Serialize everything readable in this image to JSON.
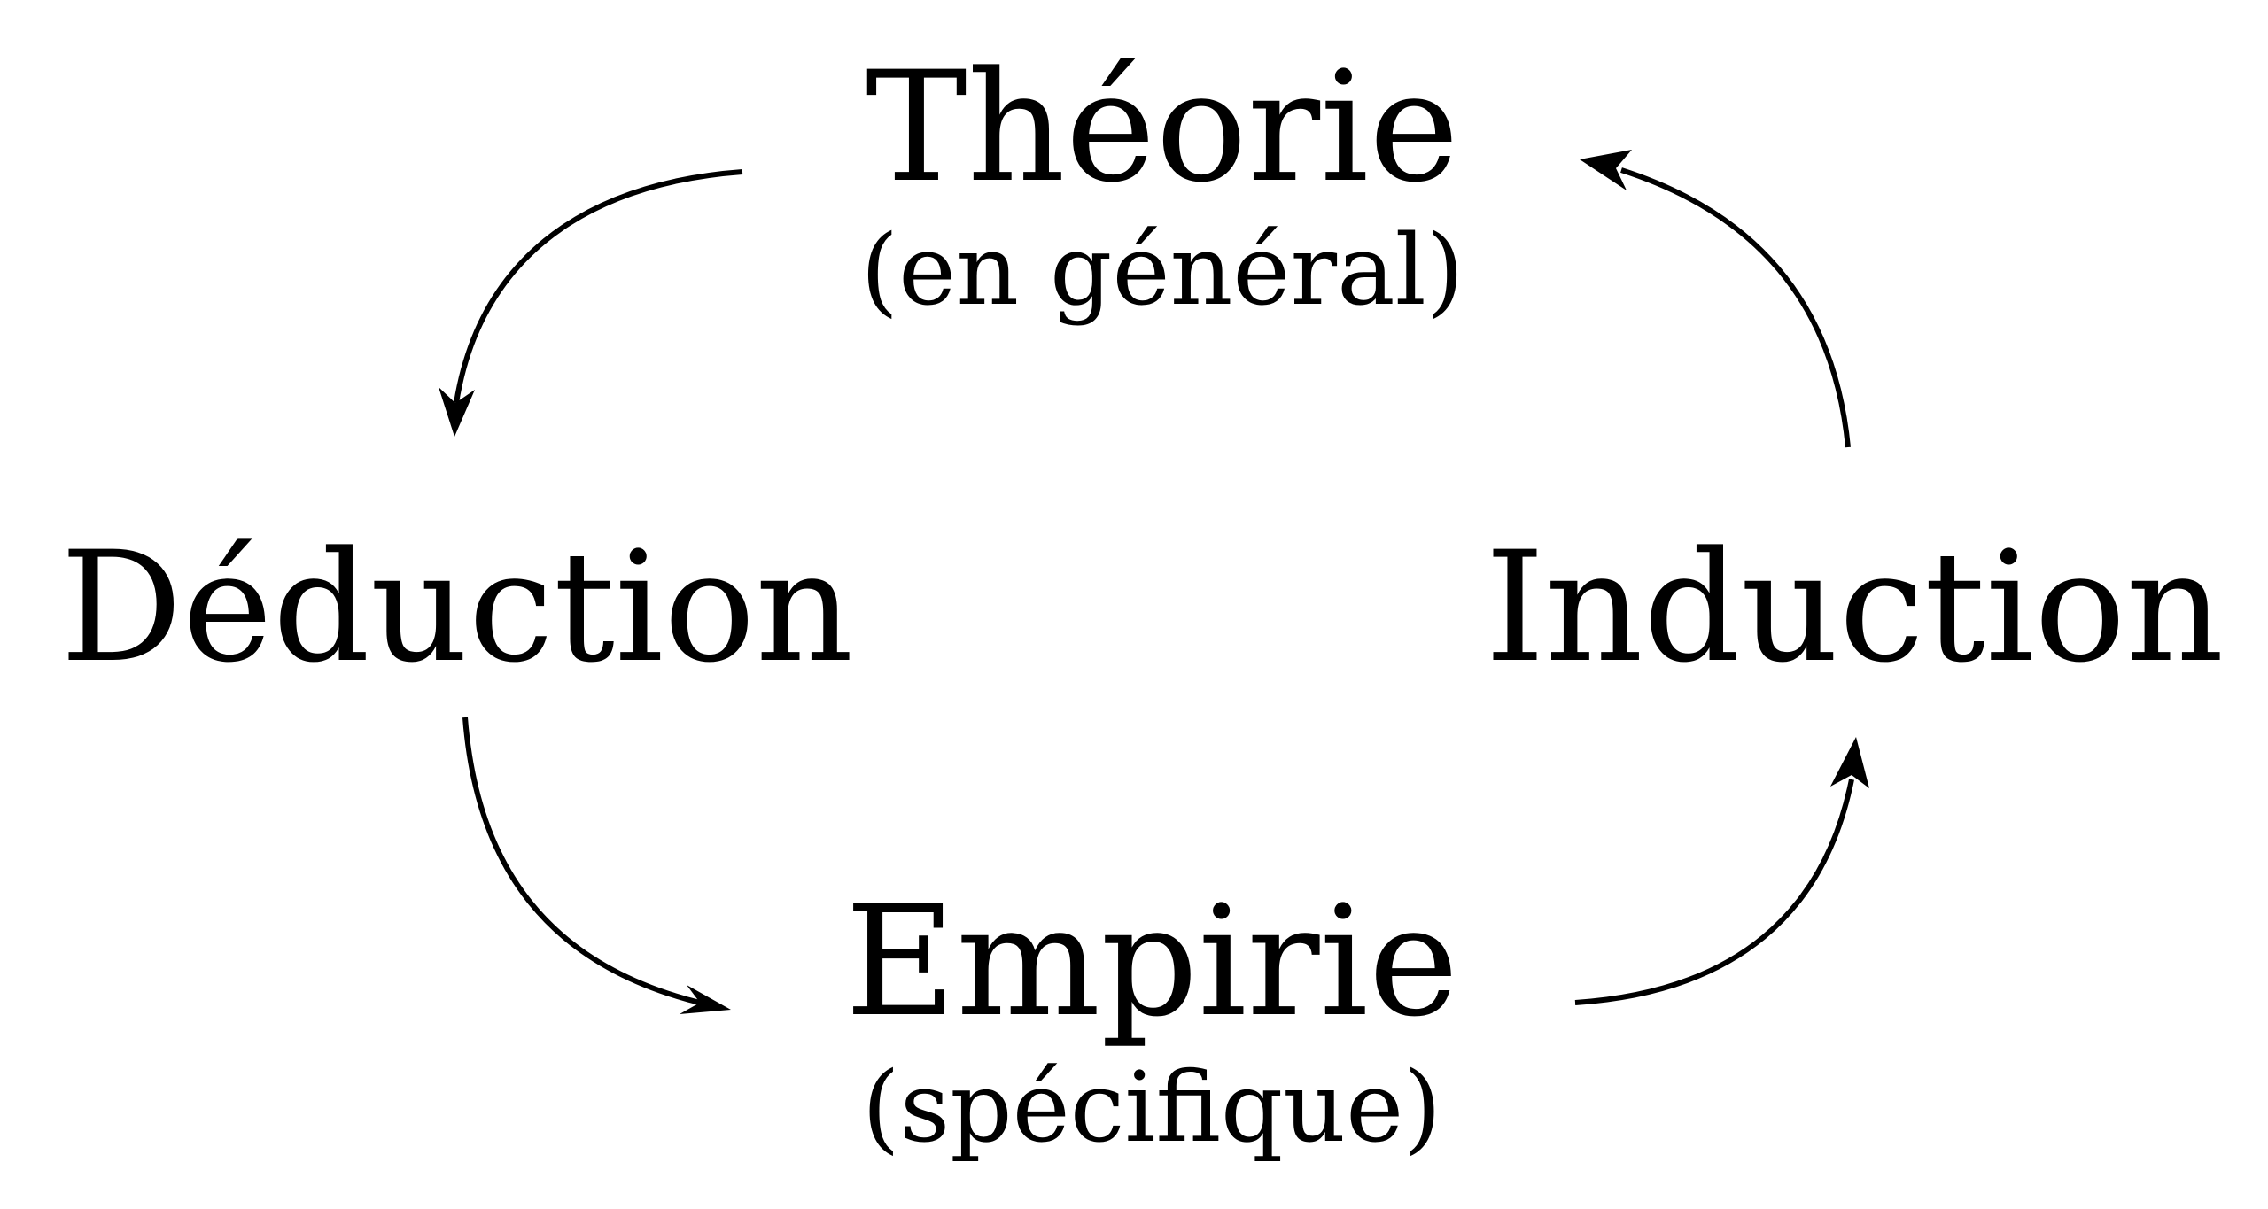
{
  "nodes": {
    "theorie": {
      "title": "Théorie",
      "subtitle": "(en général)"
    },
    "deduction": {
      "title": "Déduction"
    },
    "induction": {
      "title": "Induction"
    },
    "empirie": {
      "title": "Empirie",
      "subtitle": "(spécifique)"
    }
  },
  "edges": [
    {
      "from": "theorie",
      "to": "deduction"
    },
    {
      "from": "deduction",
      "to": "empirie"
    },
    {
      "from": "empirie",
      "to": "induction"
    },
    {
      "from": "induction",
      "to": "theorie"
    }
  ],
  "colors": {
    "stroke": "#000000",
    "background": "#ffffff"
  }
}
